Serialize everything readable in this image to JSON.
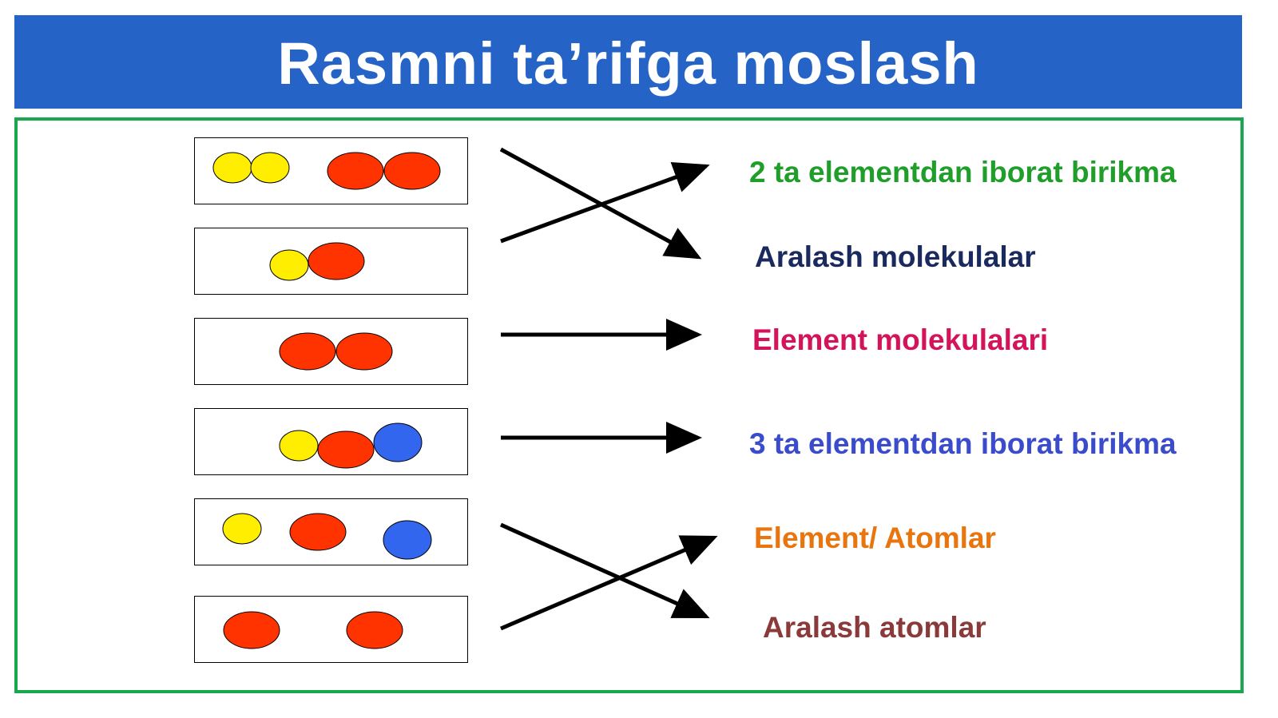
{
  "title": "Rasmni ta’rifga moslash",
  "colors": {
    "header_bg": "#2563c7",
    "frame_border": "#1aa84e",
    "yellow_atom": "#ffee00",
    "red_atom": "#ff3300",
    "blue_atom": "#3366ee"
  },
  "pictures": [
    {
      "name": "picture-two-compounds",
      "atoms": [
        "yellow",
        "yellow",
        "red",
        "red"
      ]
    },
    {
      "name": "picture-binary-compound",
      "atoms": [
        "yellow",
        "red"
      ]
    },
    {
      "name": "picture-element-molecule",
      "atoms": [
        "red",
        "red"
      ]
    },
    {
      "name": "picture-ternary-compound",
      "atoms": [
        "yellow",
        "red",
        "blue"
      ]
    },
    {
      "name": "picture-mixed-atoms",
      "atoms": [
        "yellow",
        "red",
        "blue"
      ]
    },
    {
      "name": "picture-element-atoms",
      "atoms": [
        "red",
        "red"
      ]
    }
  ],
  "descriptions": [
    {
      "text": "2 ta elementdan iborat birikma",
      "color": "#1f9e2a"
    },
    {
      "text": "Aralash molekulalar",
      "color": "#1a2a5e"
    },
    {
      "text": "Element molekulalari",
      "color": "#d4145a"
    },
    {
      "text": "3 ta elementdan iborat birikma",
      "color": "#3a4ccc"
    },
    {
      "text": "Element/ Atomlar",
      "color": "#e8750d"
    },
    {
      "text": "Aralash atomlar",
      "color": "#8b3a3a"
    }
  ],
  "matches": [
    {
      "picture": 1,
      "description": 2
    },
    {
      "picture": 2,
      "description": 1
    },
    {
      "picture": 3,
      "description": 3
    },
    {
      "picture": 4,
      "description": 4
    },
    {
      "picture": 5,
      "description": 6
    },
    {
      "picture": 6,
      "description": 5
    }
  ]
}
